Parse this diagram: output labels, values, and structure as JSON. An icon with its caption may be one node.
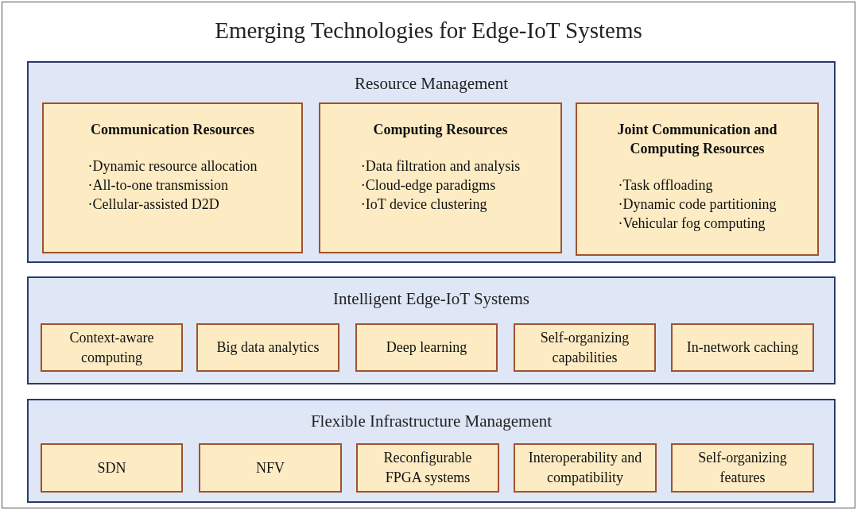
{
  "diagram": {
    "nodes": [
      {
        "text": [
          "Emerging Technologies for Edge-IoT Systems"
        ]
      },
      {
        "text": [
          "Resource Management"
        ],
        "in": 0
      },
      {
        "text": [
          "Communication Resources",
          "·Dynamic resource allocation",
          "·All-to-one transmission",
          "·Cellular-assisted D2D"
        ],
        "in": 1
      },
      {
        "text": [
          "Computing Resources",
          "·Data filtration and analysis",
          "·Cloud-edge paradigms",
          "·IoT device clustering"
        ],
        "in": 1
      },
      {
        "text": [
          "Joint Communication and Computing Resources",
          "·Task offloading",
          "·Dynamic code partitioning",
          "·Vehicular fog computing"
        ],
        "in": 1
      },
      {
        "text": [
          "Intelligent Edge-IoT Systems"
        ],
        "in": 0
      },
      {
        "text": [
          "Context-aware computing"
        ],
        "in": 5
      },
      {
        "text": [
          "Big data analytics"
        ],
        "in": 5
      },
      {
        "text": [
          "Deep learning"
        ],
        "in": 5
      },
      {
        "text": [
          "Self-organizing capabilities"
        ],
        "in": 5
      },
      {
        "text": [
          "In-network caching"
        ],
        "in": 5
      },
      {
        "text": [
          "Flexible Infrastructure Management"
        ],
        "in": 0
      },
      {
        "text": [
          "SDN"
        ],
        "in": 11
      },
      {
        "text": [
          "NFV"
        ],
        "in": 11
      },
      {
        "text": [
          "Reconfigurable FPGA systems"
        ],
        "in": 11
      },
      {
        "text": [
          "Interoperability and compatibility"
        ],
        "in": 11
      },
      {
        "text": [
          "Self-organizing features"
        ],
        "in": 11
      }
    ],
    "edges": []
  }
}
